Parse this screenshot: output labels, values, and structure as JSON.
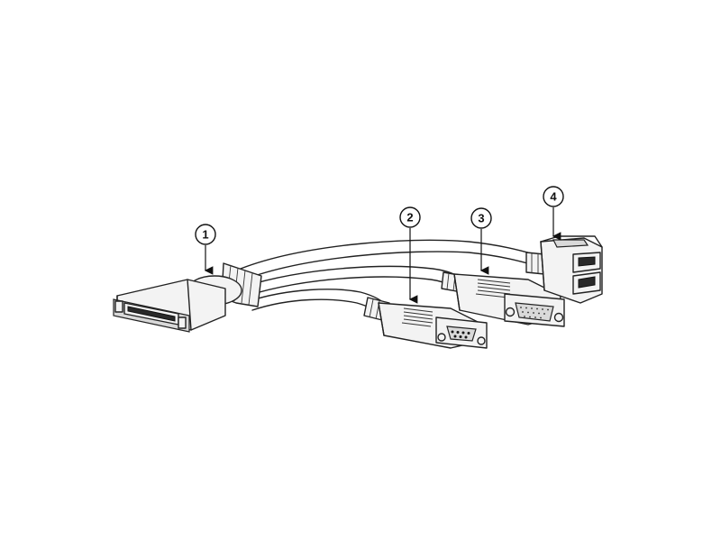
{
  "callouts": [
    {
      "label": "1",
      "part": "main-connector"
    },
    {
      "label": "2",
      "part": "db9-serial-connector"
    },
    {
      "label": "3",
      "part": "db15-vga-connector"
    },
    {
      "label": "4",
      "part": "usb-connector"
    }
  ]
}
